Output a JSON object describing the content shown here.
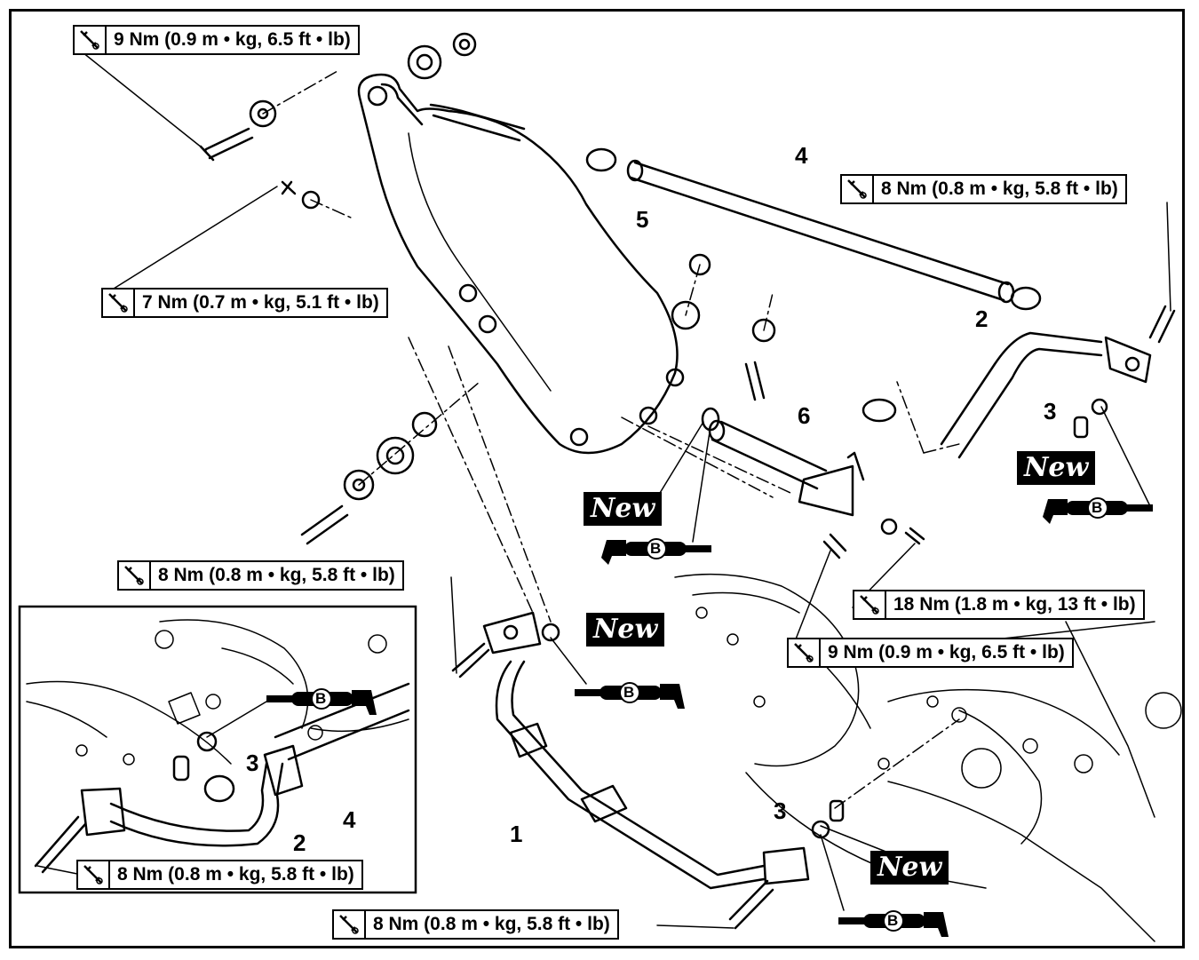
{
  "torque_labels": {
    "t1": "9 Nm (0.9 m • kg, 6.5 ft • lb)",
    "t2": "8 Nm (0.8 m • kg, 5.8 ft • lb)",
    "t3": "7 Nm (0.7 m • kg, 5.1 ft • lb)",
    "t4": "8 Nm (0.8 m • kg, 5.8 ft • lb)",
    "t5": "18 Nm (1.8 m • kg, 13 ft • lb)",
    "t6": "9 Nm (0.9 m • kg, 6.5 ft • lb)",
    "t7": "8 Nm (0.8 m • kg, 5.8 ft • lb)",
    "t8": "8 Nm (0.8 m • kg, 5.8 ft • lb)"
  },
  "new_label": "New",
  "grease_letter": "B",
  "part_numbers": {
    "p1": "1",
    "p2": "2",
    "p3": "3",
    "p4": "4",
    "p5": "5",
    "p6": "6"
  },
  "colors": {
    "ink": "#000000",
    "paper": "#ffffff"
  }
}
